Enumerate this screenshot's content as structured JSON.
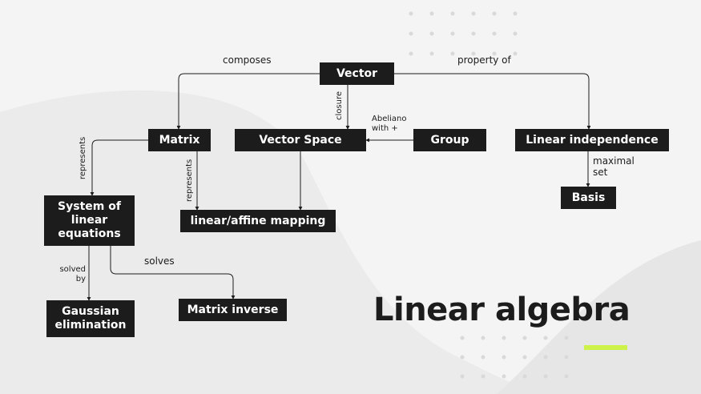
{
  "title": "Linear algebra",
  "accent_color": "#cdf24a",
  "node_color": "#1c1c1c",
  "nodes": {
    "vector": "Vector",
    "matrix": "Matrix",
    "vector_space": "Vector Space",
    "group": "Group",
    "linear_independence": "Linear independence",
    "basis": "Basis",
    "system": "System of linear equations",
    "mapping": "linear/affine mapping",
    "gaussian": "Gaussian elimination",
    "matrix_inverse": "Matrix inverse"
  },
  "edges": {
    "composes": "composes",
    "property_of": "property of",
    "closure": "closure",
    "abeliano": "Abeliano with +",
    "maximal_set": "maximal set",
    "represents_system": "represents",
    "represents_mapping": "represents",
    "solved_by": "solved by",
    "solves": "solves"
  }
}
